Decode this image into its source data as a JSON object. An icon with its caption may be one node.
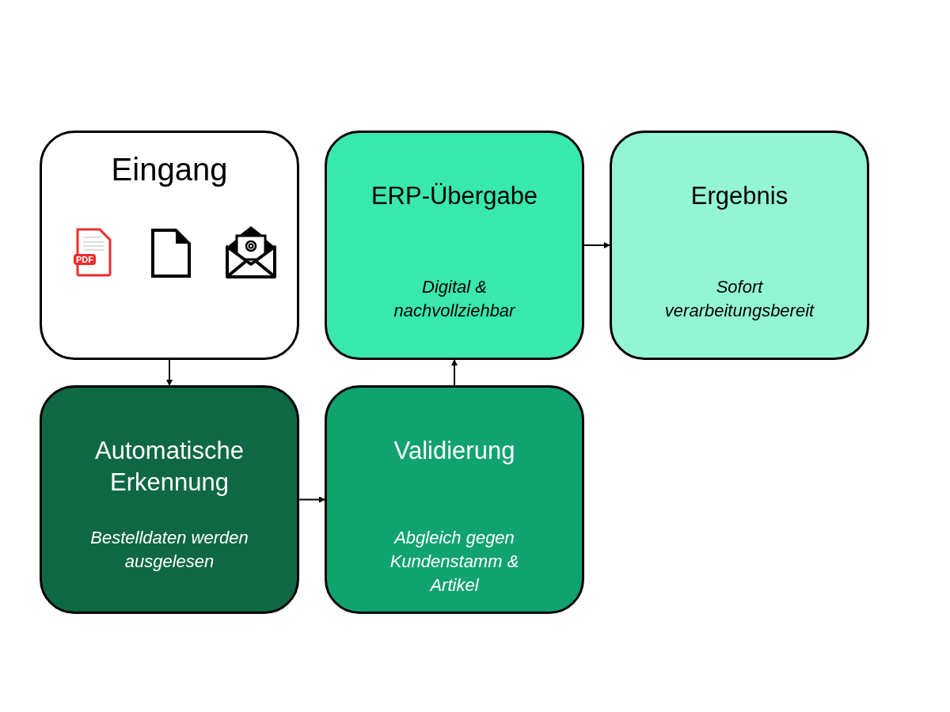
{
  "diagram": {
    "nodes": [
      {
        "text": [
          "Eingang"
        ]
      },
      {
        "text": [
          "ERP-Übergabe",
          "Digital & nachvollziehbar"
        ]
      },
      {
        "text": [
          "Ergebnis",
          "Sofort verarbeitungsbereit"
        ]
      },
      {
        "text": [
          "Automatische Erkennung",
          "Bestelldaten werden ausgelesen"
        ]
      },
      {
        "text": [
          "Validierung",
          "Abgleich gegen Kundenstamm & Artikel"
        ]
      }
    ],
    "edges": [
      {
        "from": 0,
        "to": 3,
        "arrow": "to"
      },
      {
        "from": 3,
        "to": 4,
        "arrow": "to"
      },
      {
        "from": 4,
        "to": 1,
        "arrow": "to"
      },
      {
        "from": 1,
        "to": 2,
        "arrow": "to"
      }
    ],
    "labels": [
      "PDF"
    ]
  }
}
